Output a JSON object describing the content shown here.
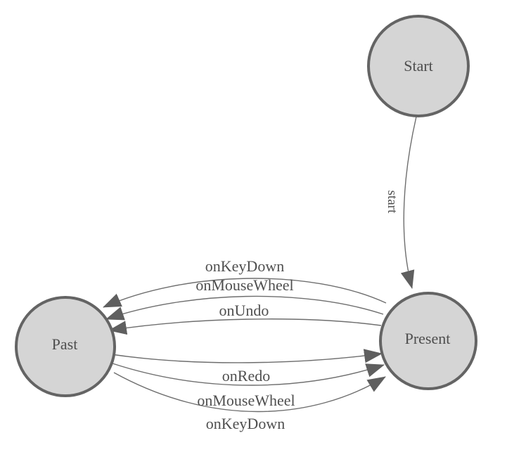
{
  "diagram": {
    "type": "state-machine",
    "colors": {
      "node_fill": "#d5d5d5",
      "node_stroke": "#646464",
      "edge_stroke": "#6e6e6e",
      "arrowhead_fill": "#5f5f5f",
      "label_text": "#4f4f4f",
      "background": "#ffffff"
    },
    "nodes": [
      {
        "id": "start",
        "label": "Start"
      },
      {
        "id": "present",
        "label": "Present"
      },
      {
        "id": "past",
        "label": "Past"
      }
    ],
    "edges": [
      {
        "from": "Start",
        "to": "Present",
        "label": "start"
      },
      {
        "from": "Present",
        "to": "Past",
        "label": "onKeyDown"
      },
      {
        "from": "Present",
        "to": "Past",
        "label": "onMouseWheel"
      },
      {
        "from": "Present",
        "to": "Past",
        "label": "onUndo"
      },
      {
        "from": "Past",
        "to": "Present",
        "label": "onRedo"
      },
      {
        "from": "Past",
        "to": "Present",
        "label": "onMouseWheel"
      },
      {
        "from": "Past",
        "to": "Present",
        "label": "onKeyDown"
      }
    ]
  }
}
